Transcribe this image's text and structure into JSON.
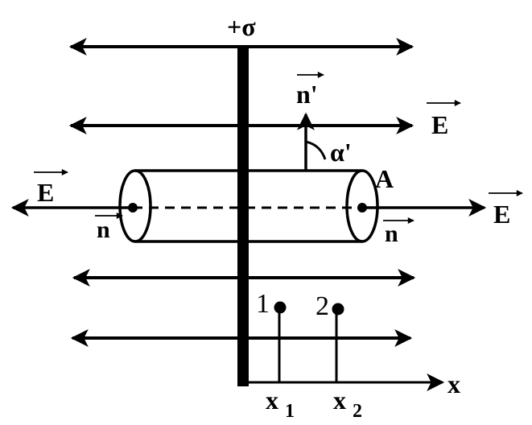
{
  "diagram": {
    "plate_charge_label": "+σ",
    "field_label": "E",
    "normal_label": "n",
    "normal_prime_label": "n'",
    "angle_label": "α'",
    "point_a_label": "A",
    "point1_label": "1",
    "point2_label": "2",
    "x1_label": "x",
    "x1_sub": "1",
    "x2_label": "x",
    "x2_sub": "2",
    "axis_label": "x",
    "line_color": "#000000",
    "background_color": "#ffffff"
  }
}
